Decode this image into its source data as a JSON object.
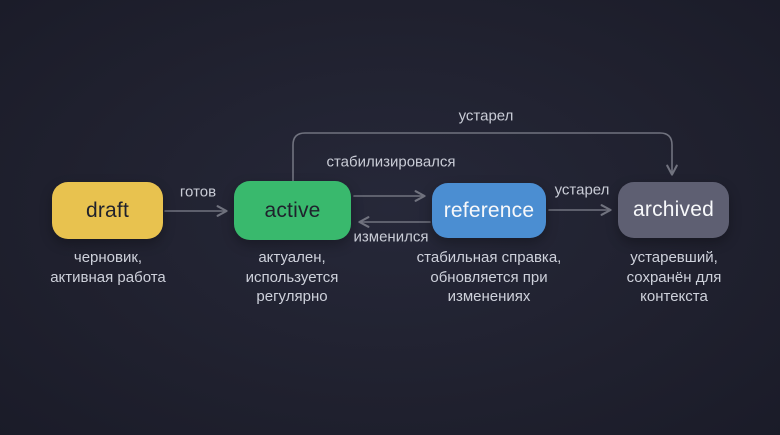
{
  "diagram": {
    "title_hint": "note lifecycle state diagram",
    "background_color": "#20212f",
    "arrow_color": "#71737f",
    "edge_label_color": "#c9ccd6",
    "description_color": "#ced1db",
    "nodes": [
      {
        "id": "draft",
        "label": "draft",
        "description": "черновик,\nактивная работа",
        "bg": "#e8c24f",
        "fg": "#1f212c"
      },
      {
        "id": "active",
        "label": "active",
        "description": "актуален,\nиспользуется\nрегулярно",
        "bg": "#39b96d",
        "fg": "#1f212c"
      },
      {
        "id": "reference",
        "label": "reference",
        "description": "стабильная справка,\nобновляется при\nизменениях",
        "bg": "#4b8ed2",
        "fg": "#f7f8fa"
      },
      {
        "id": "archived",
        "label": "archived",
        "description": "устаревший,\nсохранён для\nконтекста",
        "bg": "#5e5f72",
        "fg": "#f7f8fa"
      }
    ],
    "edges": [
      {
        "from": "draft",
        "to": "active",
        "label": "готов"
      },
      {
        "from": "active",
        "to": "reference",
        "label": "стабилизировался"
      },
      {
        "from": "reference",
        "to": "active",
        "label": "изменился"
      },
      {
        "from": "reference",
        "to": "archived",
        "label": "устарел"
      },
      {
        "from": "active",
        "to": "archived",
        "label": "устарел"
      }
    ]
  }
}
